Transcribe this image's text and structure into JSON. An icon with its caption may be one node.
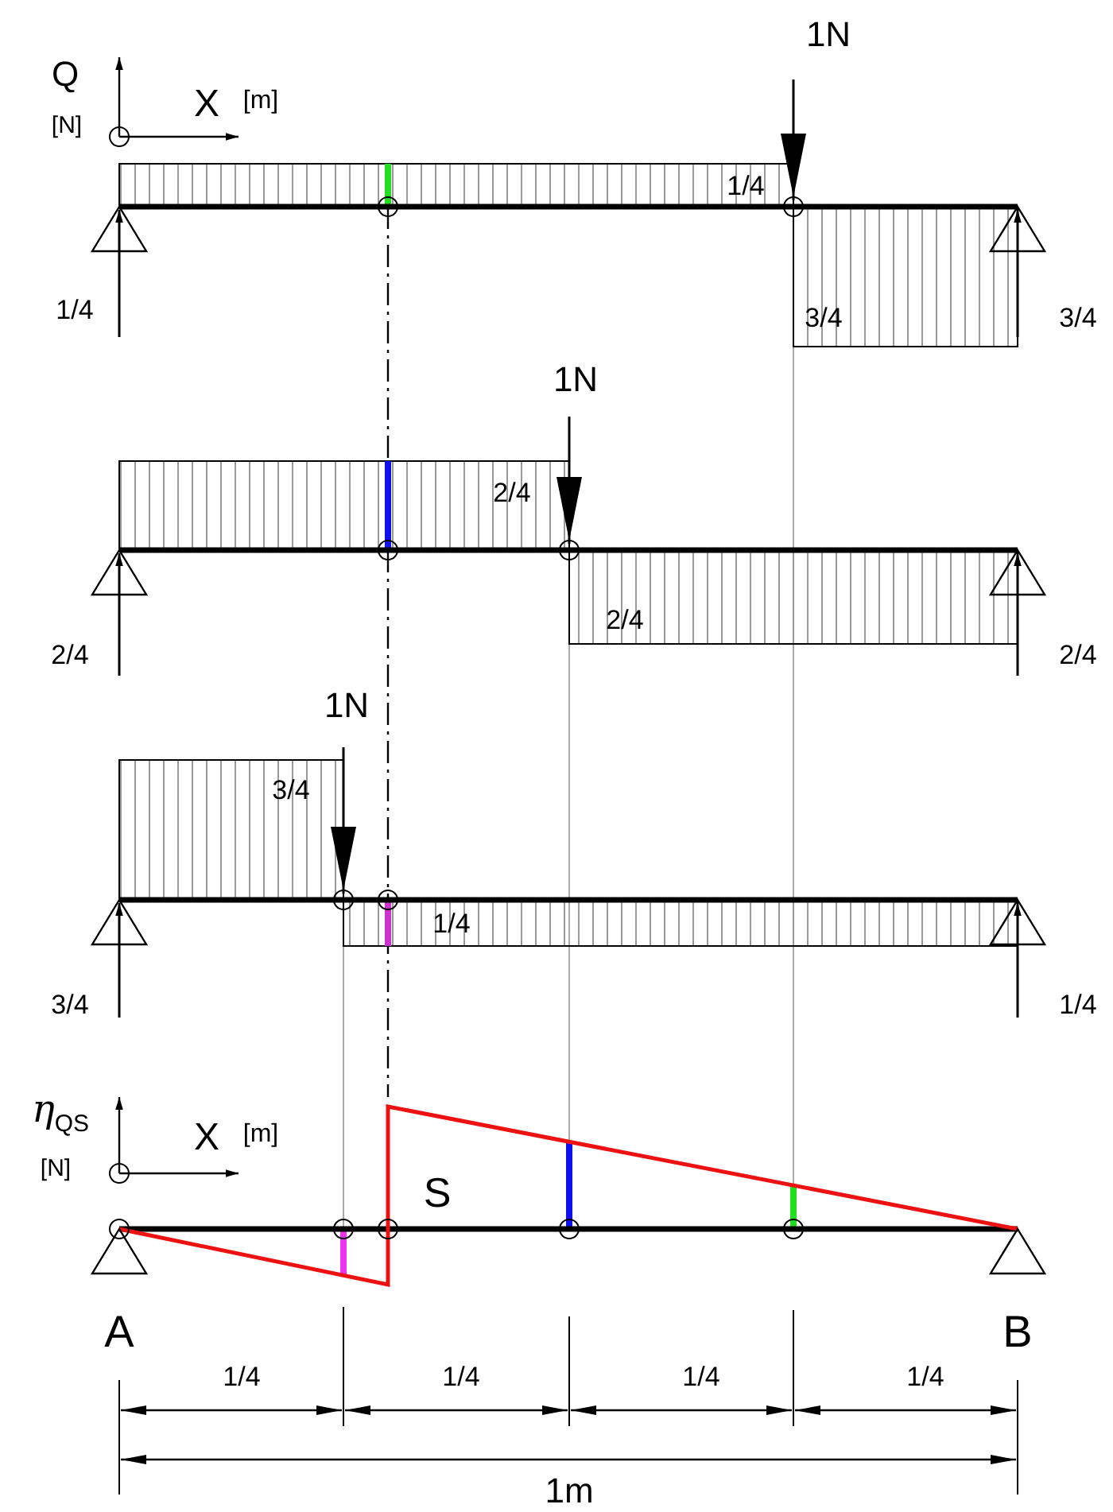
{
  "diagram": {
    "labels": [
      "1N",
      "Q",
      "[N]",
      "X",
      "[m]",
      "1/4",
      "1/4",
      "3/4",
      "3/4",
      "1N",
      "2/4",
      "2/4",
      "2/4",
      "2/4",
      "1N",
      "3/4",
      "1/4",
      "3/4",
      "1/4",
      "η$_{QS}$",
      "[N]",
      "X",
      "[m]",
      "S",
      "A",
      "B",
      "1/4",
      "1/4",
      "1/4",
      "1/4",
      "1m"
    ]
  }
}
